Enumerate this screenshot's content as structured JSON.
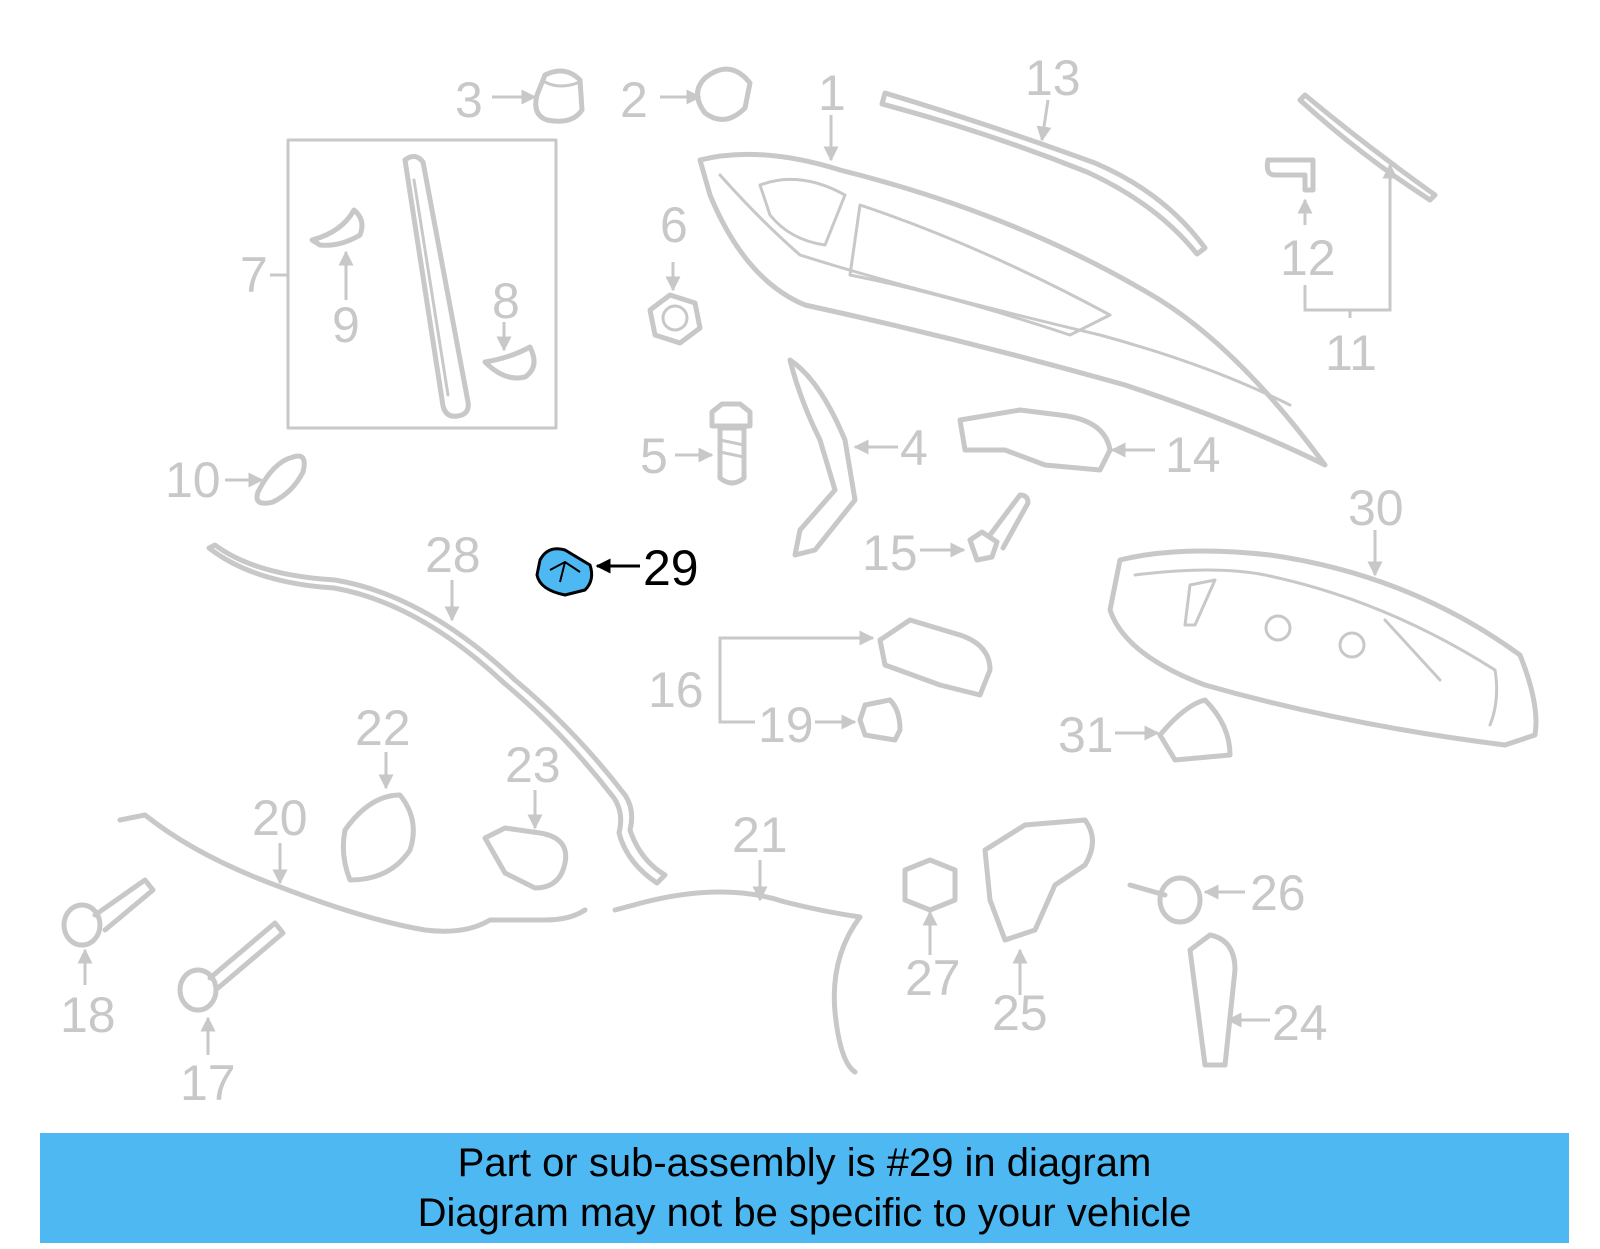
{
  "diagram": {
    "highlight_color": "#4db8f2",
    "highlighted_part": "29",
    "callouts": [
      "1",
      "2",
      "3",
      "4",
      "5",
      "6",
      "7",
      "8",
      "9",
      "10",
      "11",
      "12",
      "13",
      "14",
      "15",
      "16",
      "17",
      "18",
      "19",
      "20",
      "21",
      "22",
      "23",
      "24",
      "25",
      "26",
      "27",
      "28",
      "29",
      "30",
      "31"
    ]
  },
  "banner": {
    "line1": "Part or sub-assembly is #29 in diagram",
    "line2": "Diagram may not be specific to your vehicle",
    "background": "#4db8f2"
  }
}
